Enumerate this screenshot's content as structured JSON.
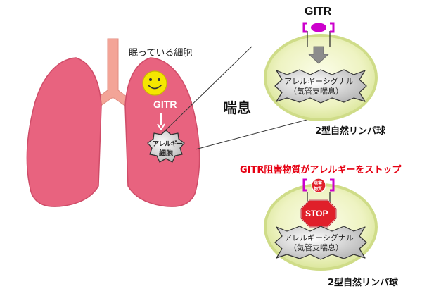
{
  "lung_panel": {
    "sleeping_cell_label": "眠っている細胞",
    "gitr_label": "GITR",
    "allergy_cell_label_line1": "アレルギー",
    "allergy_cell_label_line2": "細胞",
    "asthma_label": "喘息"
  },
  "top_cell": {
    "receptor_label": "GITR",
    "signal_line1": "アレルギーシグナル",
    "signal_line2": "（気管支喘息）",
    "cell_label": "2型自然リンパ球"
  },
  "inhibitor_caption": "GITR阻害物質がアレルギーをストップ",
  "bottom_cell": {
    "blocker_label_line1": "阻害",
    "blocker_label_line2": "物質",
    "stop_label": "STOP",
    "signal_line1": "アレルギーシグナル",
    "signal_line2": "（気管支喘息）",
    "cell_label": "2型自然リンパ球"
  },
  "colors": {
    "lung_pink": "#e8637f",
    "trachea": "#f3a497",
    "smiley_yellow": "#f5e600",
    "cell_fill": "#eef3c2",
    "cell_border": "#d3e08a",
    "receptor_purple": "#cc00cc",
    "stop_red": "#e0202a",
    "caption_red": "#e60012"
  }
}
